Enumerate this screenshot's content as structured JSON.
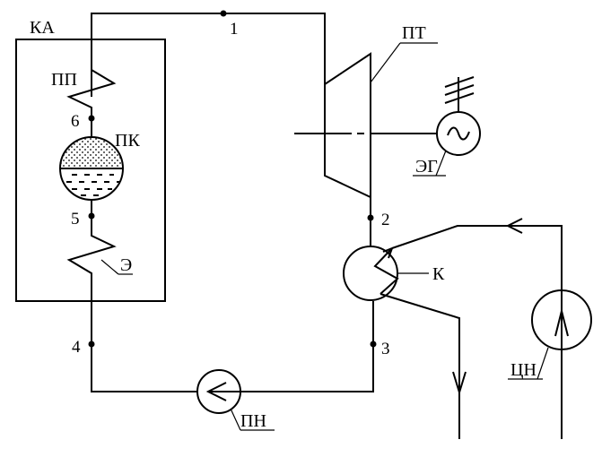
{
  "labels": {
    "boiler_unit": "КА",
    "superheater": "ПП",
    "steam_drum": "ПК",
    "economizer": "Э",
    "turbine": "ПТ",
    "generator": "ЭГ",
    "condenser": "К",
    "circulation_pump": "ЦН",
    "feed_pump": "ПН"
  },
  "points": {
    "p1": "1",
    "p2": "2",
    "p3": "3",
    "p4": "4",
    "p5": "5",
    "p6": "6"
  }
}
